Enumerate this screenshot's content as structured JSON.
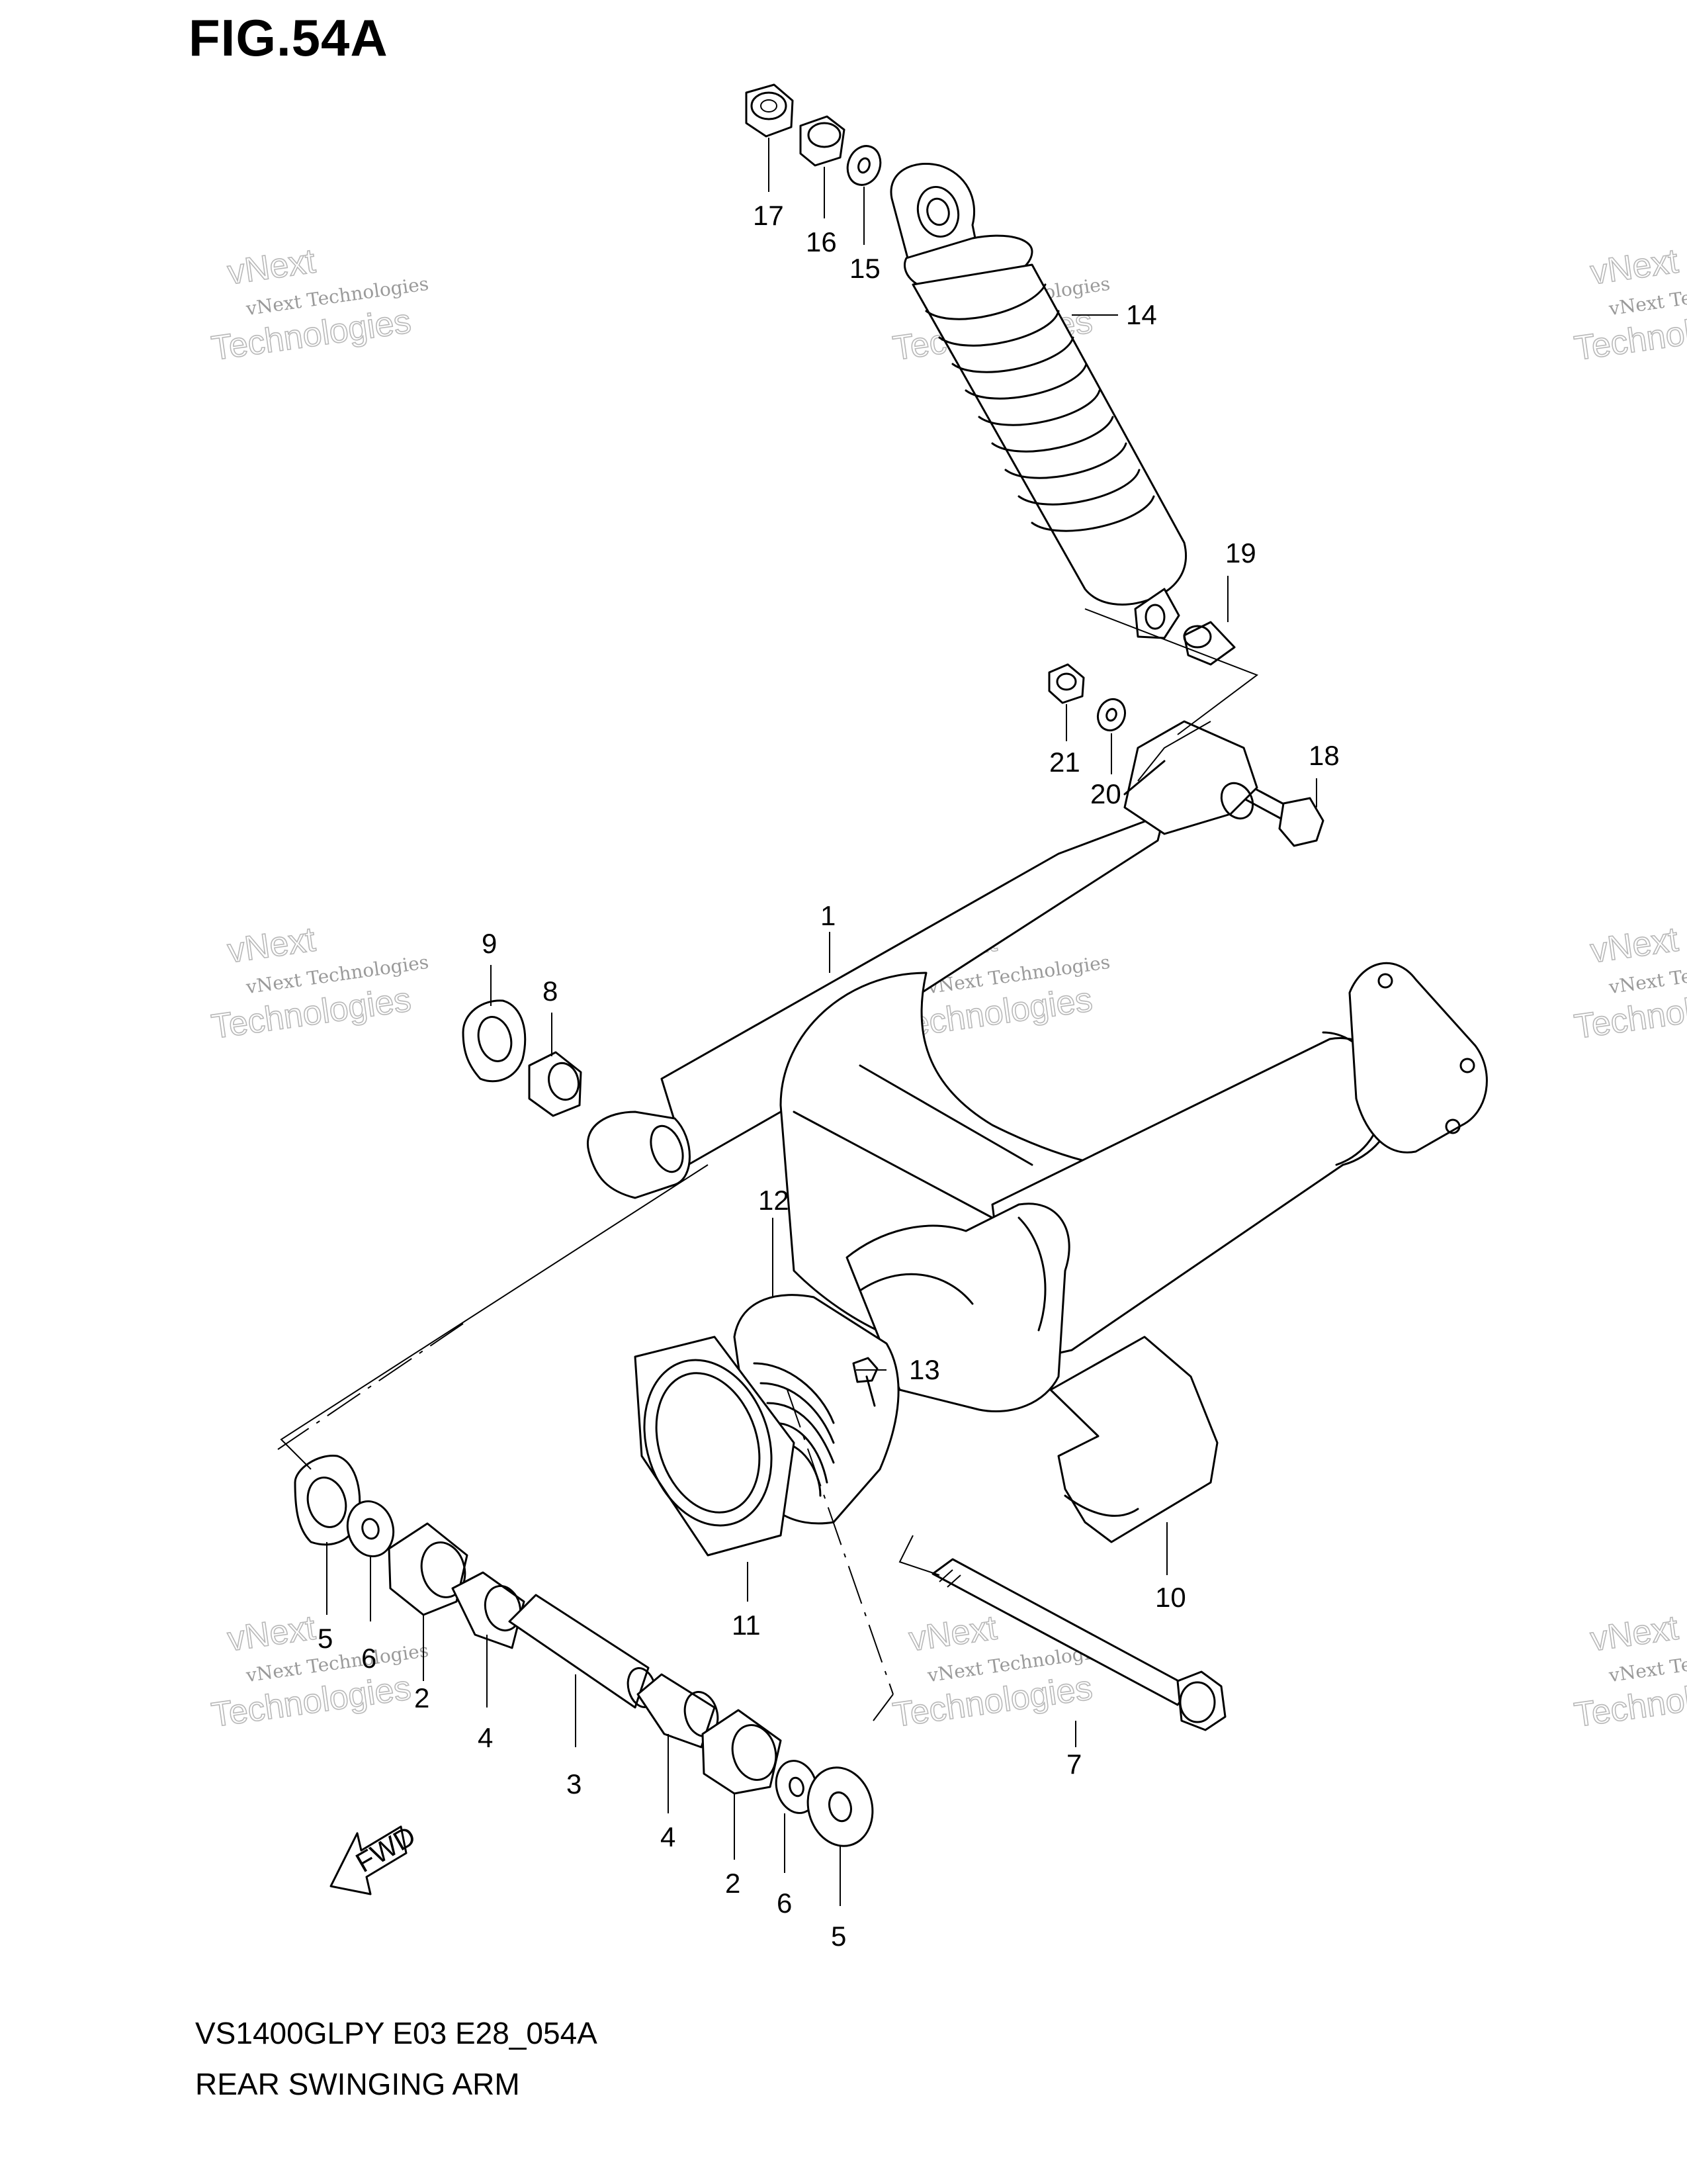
{
  "figure": {
    "title": "FIG.54A"
  },
  "footer": {
    "model_code": "VS1400GLPY E03 E28_054A",
    "section_name": "REAR SWINGING ARM"
  },
  "fwd_label": "FWD",
  "watermark": {
    "line1": "vNext",
    "line2": "vNext Technologies",
    "line3": "Technologies"
  },
  "callouts": [
    {
      "id": "c1",
      "label": "1"
    },
    {
      "id": "c2a",
      "label": "2"
    },
    {
      "id": "c2b",
      "label": "2"
    },
    {
      "id": "c3",
      "label": "3"
    },
    {
      "id": "c4a",
      "label": "4"
    },
    {
      "id": "c4b",
      "label": "4"
    },
    {
      "id": "c5a",
      "label": "5"
    },
    {
      "id": "c5b",
      "label": "5"
    },
    {
      "id": "c6a",
      "label": "6"
    },
    {
      "id": "c6b",
      "label": "6"
    },
    {
      "id": "c7",
      "label": "7"
    },
    {
      "id": "c8",
      "label": "8"
    },
    {
      "id": "c9",
      "label": "9"
    },
    {
      "id": "c10",
      "label": "10"
    },
    {
      "id": "c11",
      "label": "11"
    },
    {
      "id": "c12",
      "label": "12"
    },
    {
      "id": "c13",
      "label": "13"
    },
    {
      "id": "c14",
      "label": "14"
    },
    {
      "id": "c15",
      "label": "15"
    },
    {
      "id": "c16",
      "label": "16"
    },
    {
      "id": "c17",
      "label": "17"
    },
    {
      "id": "c18",
      "label": "18"
    },
    {
      "id": "c19",
      "label": "19"
    },
    {
      "id": "c20",
      "label": "20"
    },
    {
      "id": "c21",
      "label": "21"
    }
  ]
}
